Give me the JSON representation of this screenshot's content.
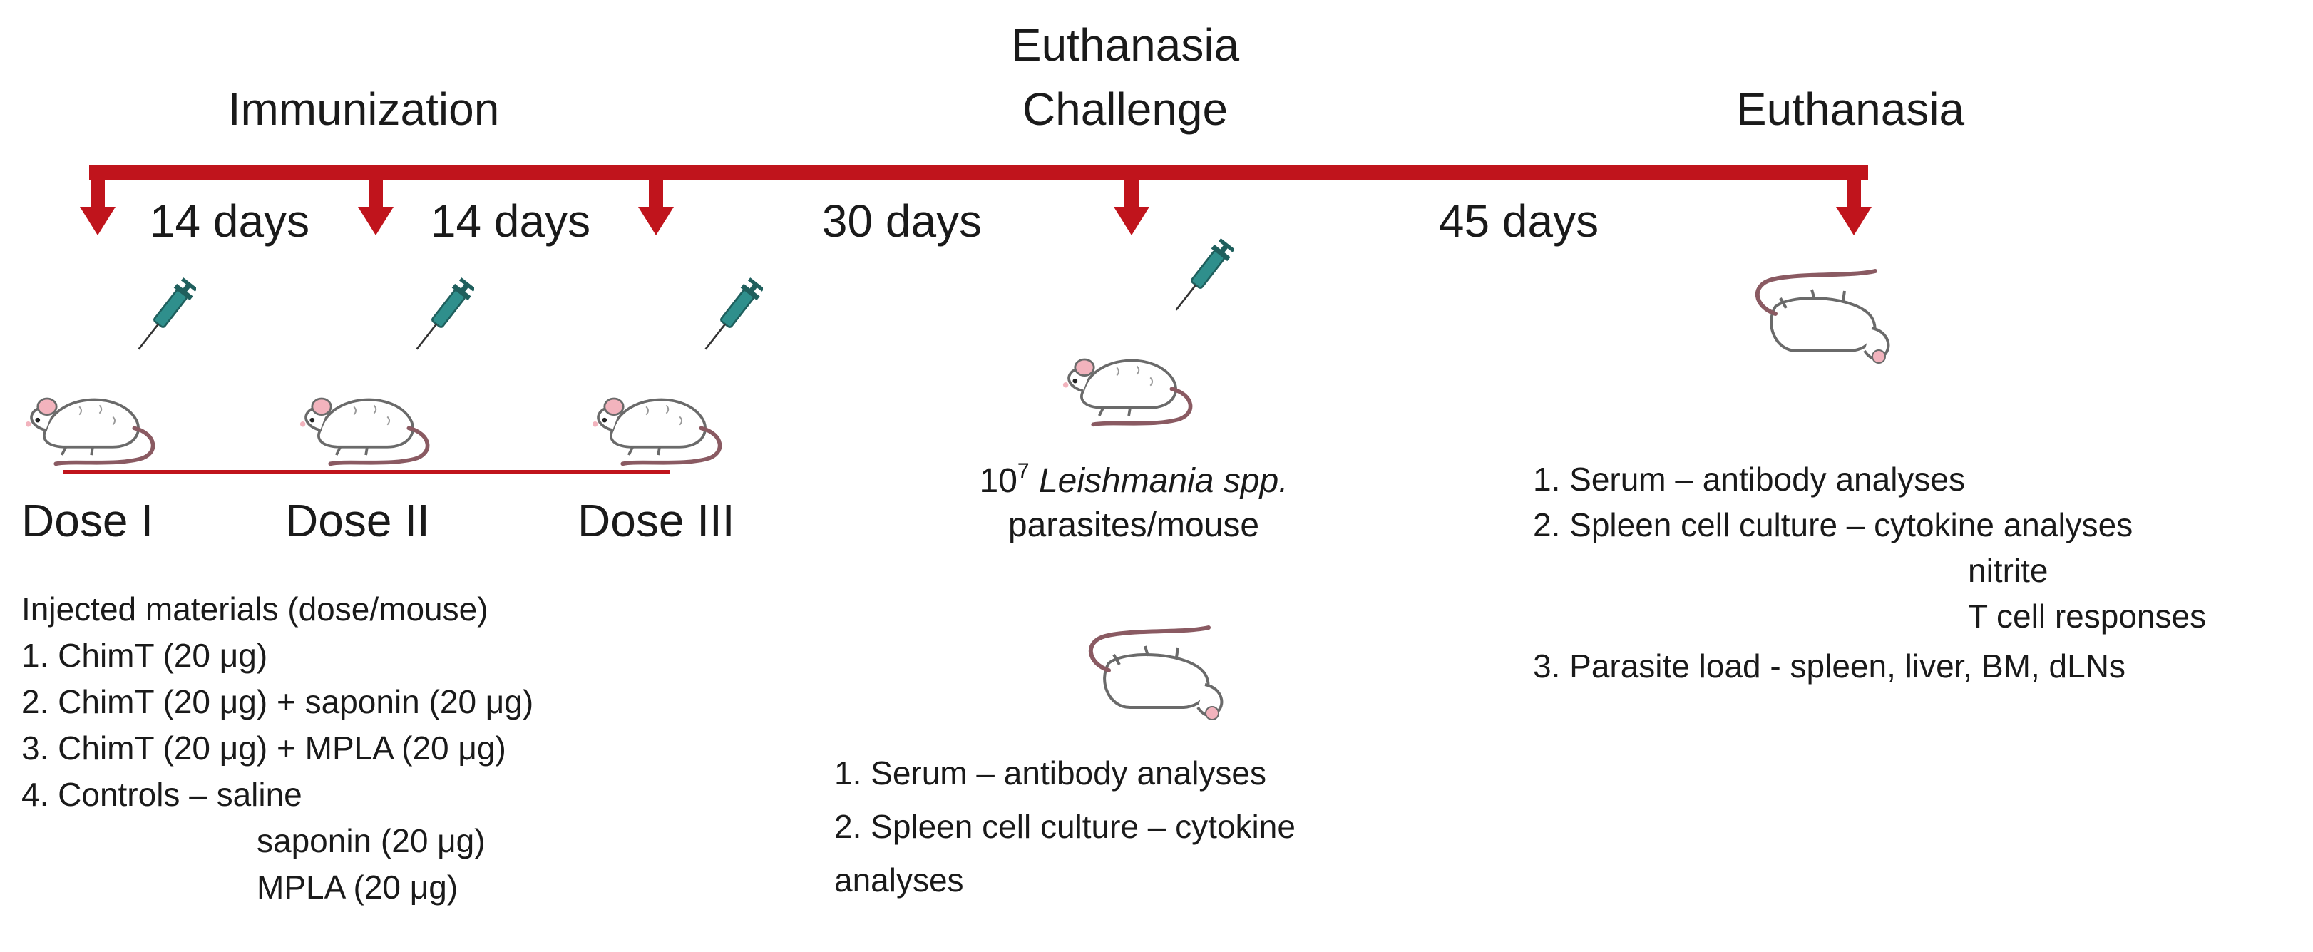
{
  "header": {
    "immunization": "Immunization",
    "euthanasia_mid": "Euthanasia",
    "challenge": "Challenge",
    "euthanasia_end": "Euthanasia"
  },
  "intervals": {
    "i1": "14 days",
    "i2": "14 days",
    "i3": "30 days",
    "i4": "45 days"
  },
  "doses": {
    "d1": "Dose I",
    "d2": "Dose II",
    "d3": "Dose III"
  },
  "challenge_info": {
    "line1_prefix": "10",
    "line1_exp": "7",
    "line1_species": "Leishmania spp.",
    "line2": "parasites/mouse"
  },
  "injected": {
    "title": "Injected materials (dose/mouse)",
    "items": [
      "1. ChimT (20 μg)",
      "2. ChimT (20 μg) + saponin (20 μg)",
      "3. ChimT (20 μg) + MPLA (20 μg)",
      "4. Controls – saline"
    ],
    "controls_extra": [
      "saponin (20 μg)",
      "MPLA (20 μg)"
    ]
  },
  "mid_analyses": [
    "1. Serum – antibody analyses",
    "2. Spleen cell culture – cytokine",
    "analyses"
  ],
  "end_analyses": {
    "items": [
      "1. Serum – antibody analyses",
      "2. Spleen cell culture – cytokine analyses",
      "nitrite",
      "T cell responses",
      "3. Parasite load - spleen, liver, BM, dLNs"
    ]
  },
  "colors": {
    "timeline_red": "#c0141c",
    "syringe_teal": "#2f8f8c",
    "mouse_outline": "#6a6a6a",
    "mouse_pink": "#f2b3bd",
    "tail_color": "#8a5a62"
  }
}
